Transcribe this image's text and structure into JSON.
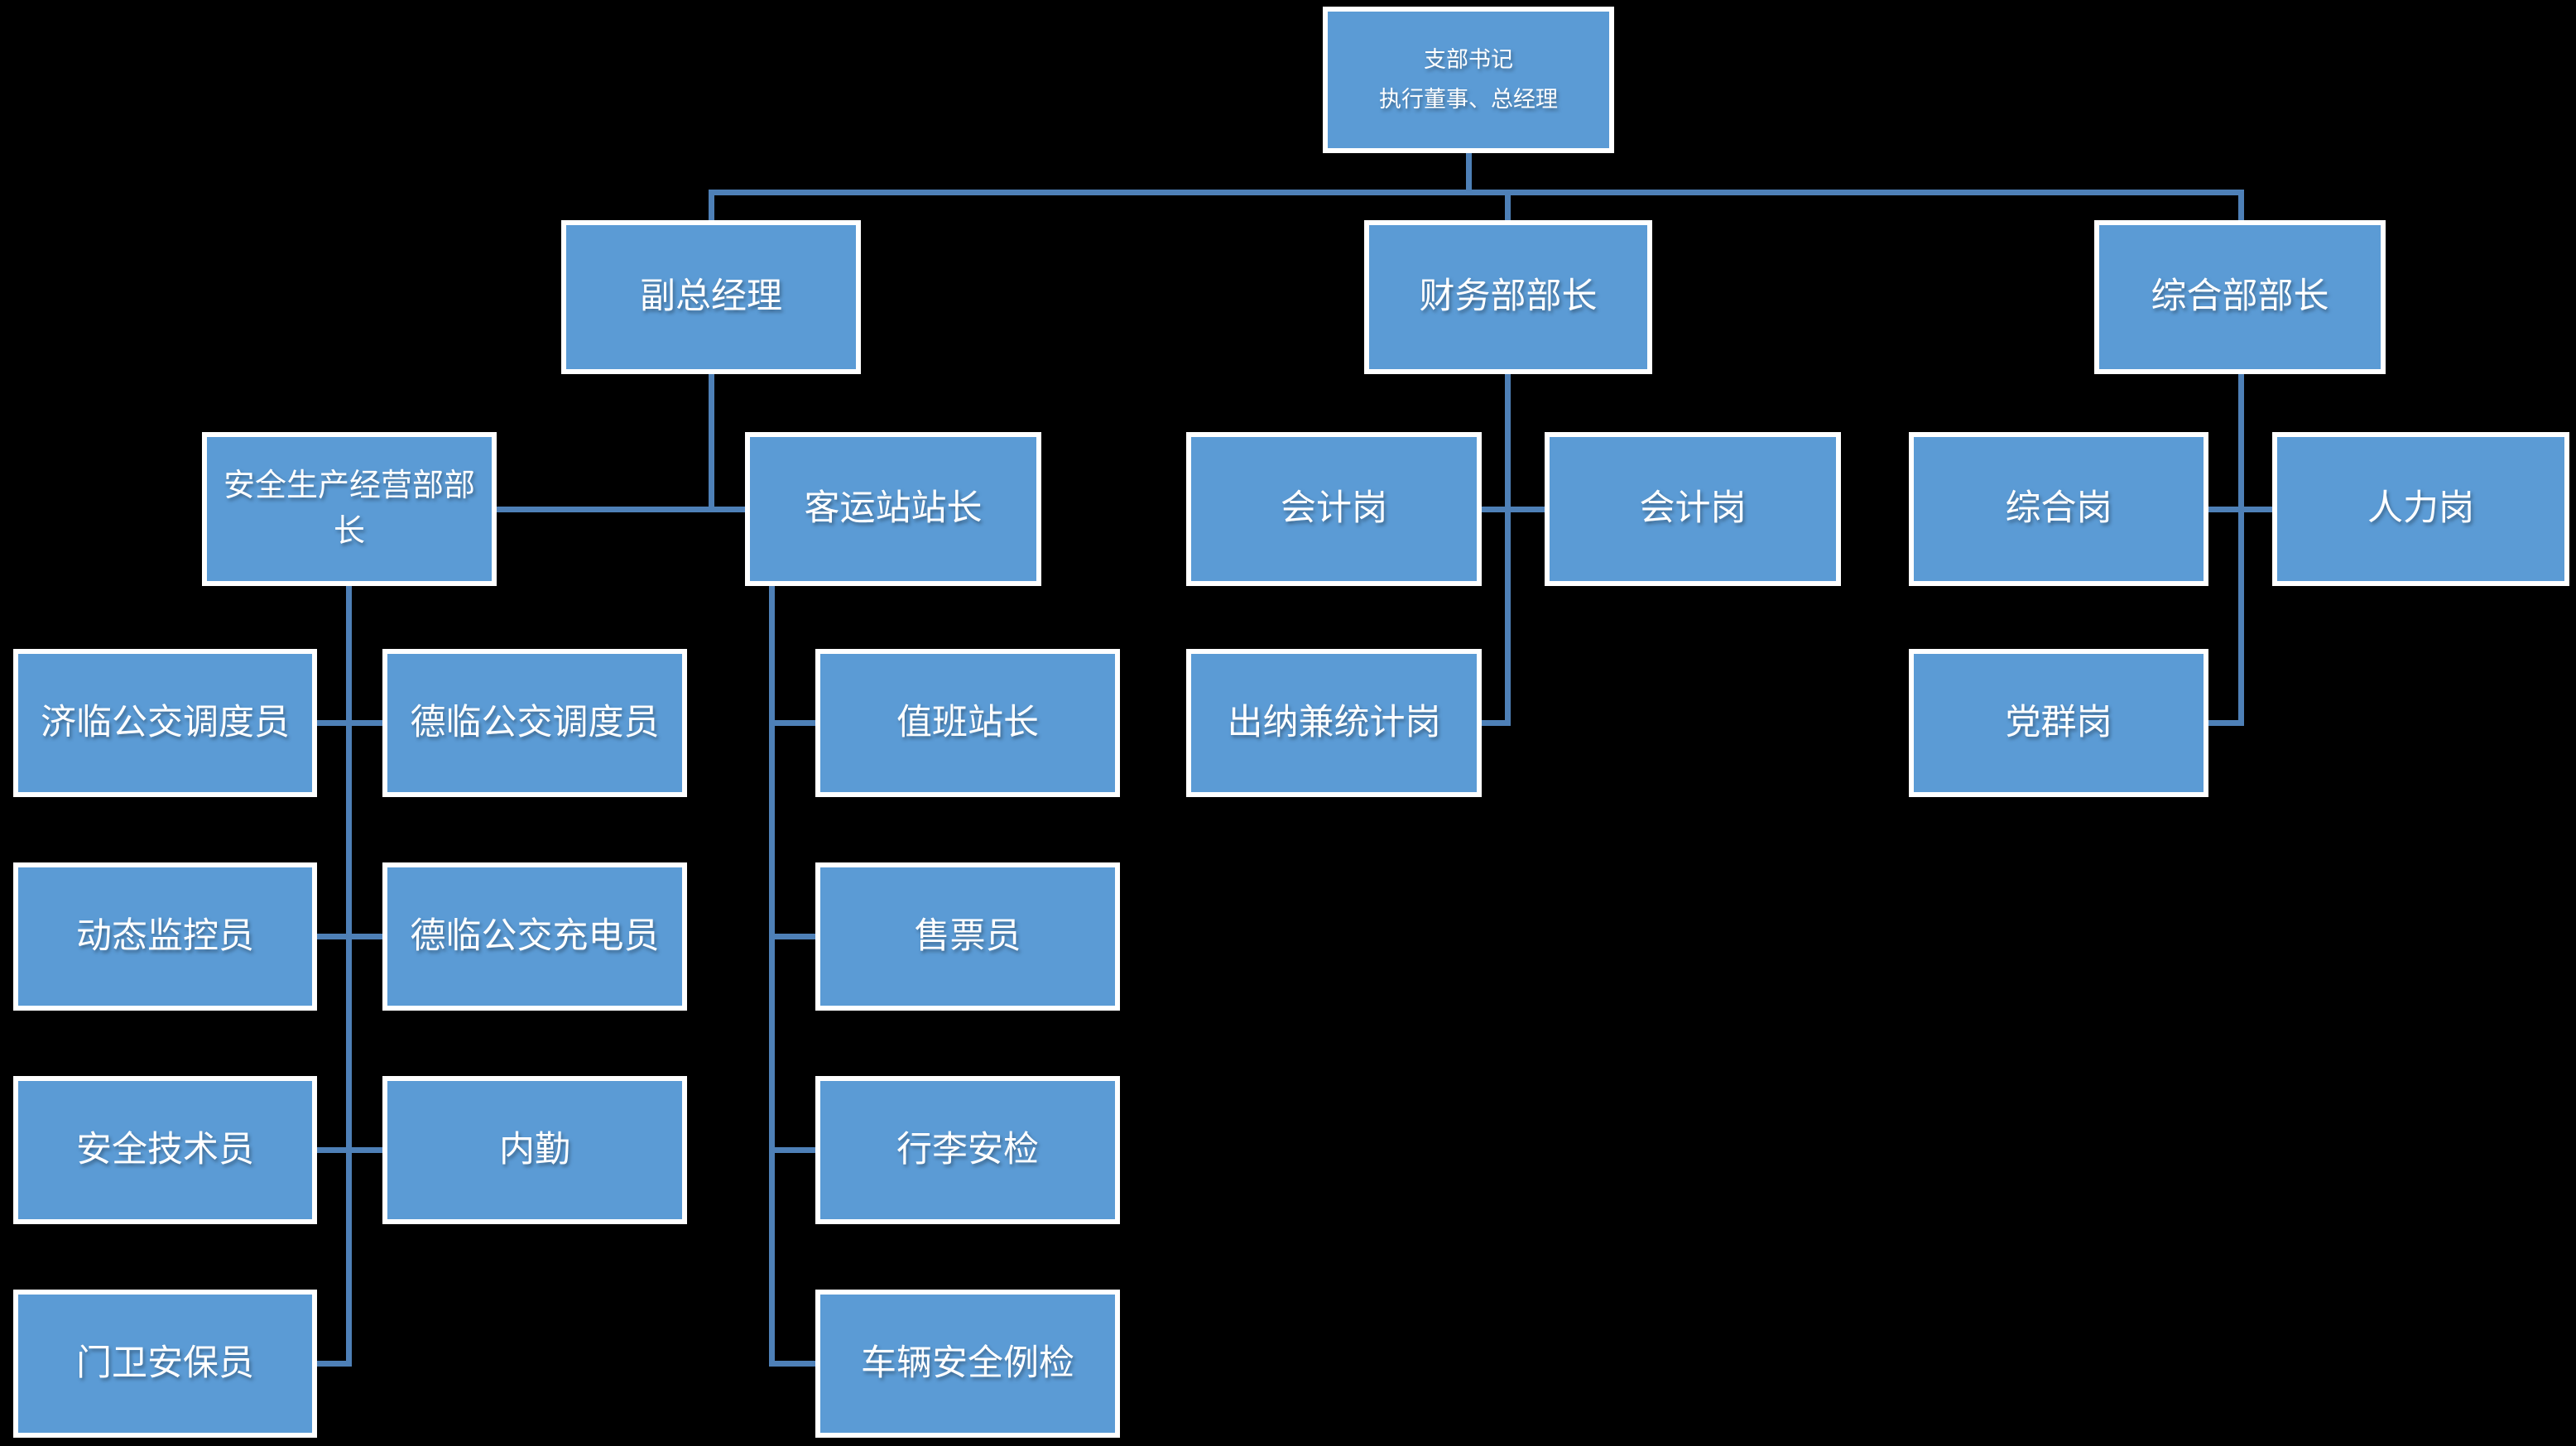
{
  "diagram": {
    "type": "org-chart",
    "background_color": "#000000",
    "box_fill_color": "#5b9bd5",
    "box_border_color": "#ffffff",
    "connector_color": "#4e80b7",
    "text_color": "#ffffff",
    "nodes": [
      {
        "id": "branch-secretary-gm",
        "label_line1": "支部书记",
        "label_line2": "执行董事、总经理",
        "reports_to": null
      },
      {
        "id": "deputy-general-manager",
        "label": "副总经理",
        "reports_to": "branch-secretary-gm"
      },
      {
        "id": "finance-dept-head",
        "label": "财务部部长",
        "reports_to": "branch-secretary-gm"
      },
      {
        "id": "general-dept-head",
        "label": "综合部部长",
        "reports_to": "branch-secretary-gm"
      },
      {
        "id": "safety-production-dept-head",
        "label": "安全生产经营部部长",
        "reports_to": "deputy-general-manager"
      },
      {
        "id": "passenger-station-master",
        "label": "客运站站长",
        "reports_to": "deputy-general-manager"
      },
      {
        "id": "accounting-post-1",
        "label": "会计岗",
        "reports_to": "finance-dept-head"
      },
      {
        "id": "accounting-post-2",
        "label": "会计岗",
        "reports_to": "finance-dept-head"
      },
      {
        "id": "cashier-statistics-post",
        "label": "出纳兼统计岗",
        "reports_to": "finance-dept-head"
      },
      {
        "id": "general-affairs-post",
        "label": "综合岗",
        "reports_to": "general-dept-head"
      },
      {
        "id": "human-resources-post",
        "label": "人力岗",
        "reports_to": "general-dept-head"
      },
      {
        "id": "party-mass-post",
        "label": "党群岗",
        "reports_to": "general-dept-head"
      },
      {
        "id": "jilin-bus-dispatcher",
        "label": "济临公交调度员",
        "reports_to": "safety-production-dept-head"
      },
      {
        "id": "delin-bus-dispatcher",
        "label": "德临公交调度员",
        "reports_to": "safety-production-dept-head"
      },
      {
        "id": "dynamic-monitor",
        "label": "动态监控员",
        "reports_to": "safety-production-dept-head"
      },
      {
        "id": "delin-bus-charger",
        "label": "德临公交充电员",
        "reports_to": "safety-production-dept-head"
      },
      {
        "id": "safety-technician",
        "label": "安全技术员",
        "reports_to": "safety-production-dept-head"
      },
      {
        "id": "office-clerk",
        "label": "内勤",
        "reports_to": "safety-production-dept-head"
      },
      {
        "id": "gate-security-guard",
        "label": "门卫安保员",
        "reports_to": "safety-production-dept-head"
      },
      {
        "id": "duty-station-master",
        "label": "值班站长",
        "reports_to": "passenger-station-master"
      },
      {
        "id": "ticket-seller",
        "label": "售票员",
        "reports_to": "passenger-station-master"
      },
      {
        "id": "luggage-security-check",
        "label": "行李安检",
        "reports_to": "passenger-station-master"
      },
      {
        "id": "vehicle-safety-inspection",
        "label": "车辆安全例检",
        "reports_to": "passenger-station-master"
      }
    ]
  }
}
